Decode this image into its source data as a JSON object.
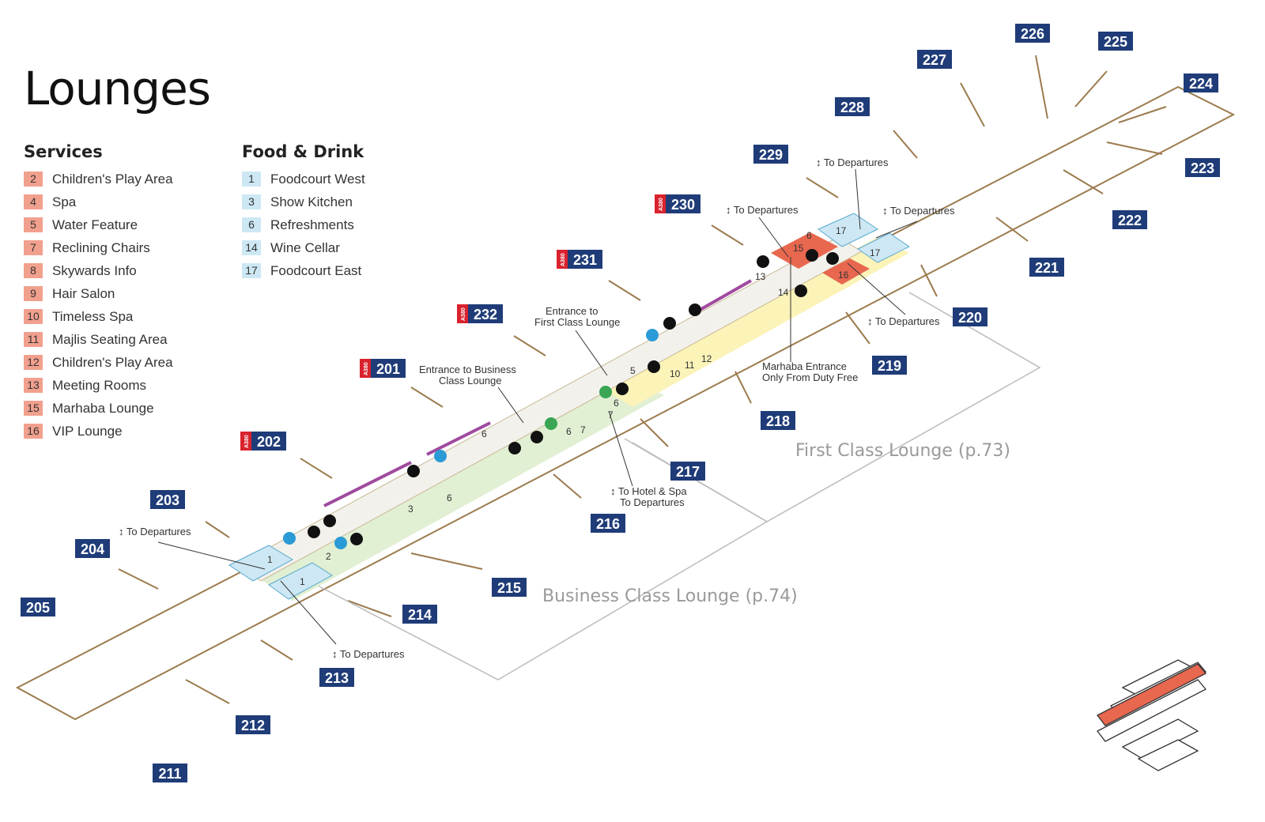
{
  "title": "Lounges",
  "legend": {
    "services": {
      "heading": "Services",
      "items": [
        {
          "num": "2",
          "label": "Children's Play Area"
        },
        {
          "num": "4",
          "label": "Spa"
        },
        {
          "num": "5",
          "label": "Water Feature"
        },
        {
          "num": "7",
          "label": "Reclining Chairs"
        },
        {
          "num": "8",
          "label": "Skywards Info"
        },
        {
          "num": "9",
          "label": "Hair Salon"
        },
        {
          "num": "10",
          "label": "Timeless Spa"
        },
        {
          "num": "11",
          "label": "Majlis Seating Area"
        },
        {
          "num": "12",
          "label": "Children's Play Area"
        },
        {
          "num": "13",
          "label": "Meeting Rooms"
        },
        {
          "num": "15",
          "label": "Marhaba Lounge"
        },
        {
          "num": "16",
          "label": "VIP Lounge"
        }
      ]
    },
    "food_drink": {
      "heading": "Food & Drink",
      "items": [
        {
          "num": "1",
          "label": "Foodcourt West"
        },
        {
          "num": "3",
          "label": "Show Kitchen"
        },
        {
          "num": "6",
          "label": "Refreshments"
        },
        {
          "num": "14",
          "label": "Wine Cellar"
        },
        {
          "num": "17",
          "label": "Foodcourt East"
        }
      ]
    }
  },
  "gates": [
    "226",
    "225",
    "227",
    "224",
    "228",
    "223",
    "229",
    "222",
    "230",
    "221",
    "231",
    "220",
    "232",
    "219",
    "201",
    "218",
    "202",
    "217",
    "203",
    "216",
    "204",
    "215",
    "205",
    "214",
    "213",
    "212",
    "211"
  ],
  "a380_tag": "A380",
  "annotations": {
    "to_departures": "To Departures",
    "entrance_first": "Entrance to\nFirst Class Lounge",
    "entrance_business": "Entrance to Business\nClass Lounge",
    "to_hotel": "To Hotel & Spa\nTo Departures",
    "marhaba_entrance": "Marhaba Entrance\nOnly From Duty Free"
  },
  "zones": {
    "first_class": "First Class Lounge (p.73)",
    "business_class": "Business Class Lounge (p.74)"
  },
  "colors": {
    "gate_badge": "#1f3c78",
    "a380_red": "#d9232e",
    "service_red": "#f2a08e",
    "food_blue": "#cde8f4",
    "first_zone_yellow": "#fbf3b8",
    "business_zone_green": "#e1efd3",
    "terminal_outline": "#9c7b4e",
    "duty_free_purple": "#a04aa0"
  }
}
